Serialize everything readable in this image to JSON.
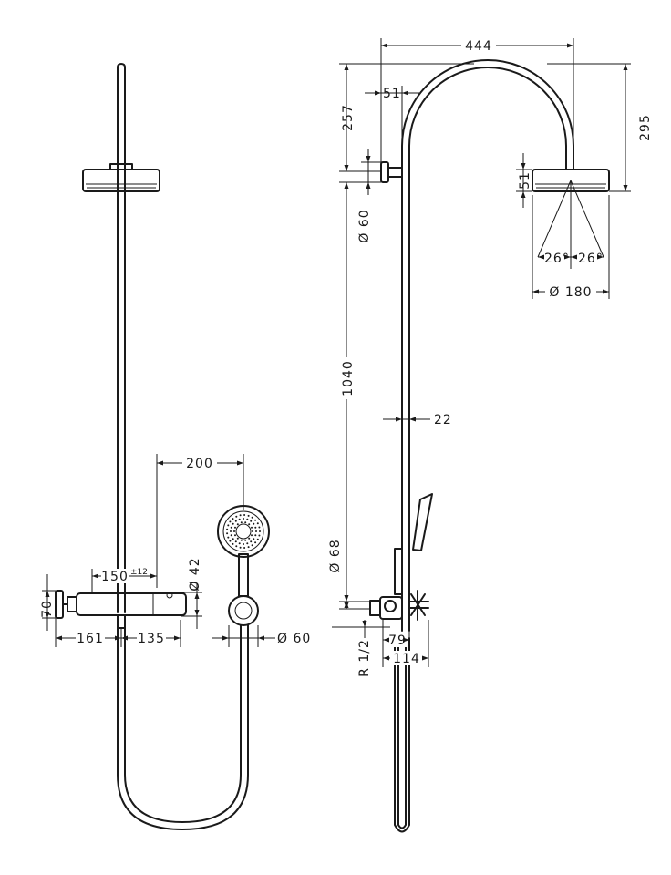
{
  "colors": {
    "line": "#1a1a1a",
    "background": "#ffffff"
  },
  "front": {
    "d_200": "200",
    "d_42": "Ø 42",
    "d_150": "150",
    "d_150_tol": "±12",
    "d_70": "70",
    "d_161": "161",
    "d_135": "135",
    "d_60": "Ø 60"
  },
  "side": {
    "d_444": "444",
    "d_51_top": "51",
    "d_257": "257",
    "d_295": "295",
    "d_51_head": "51",
    "d_60": "Ø 60",
    "d_26_left": "26°",
    "d_26_right": "26°",
    "d_180": "Ø 180",
    "d_1040": "1040",
    "d_22": "22",
    "d_68": "Ø 68",
    "d_79": "79",
    "d_114": "114",
    "d_r12": "R 1/2"
  }
}
